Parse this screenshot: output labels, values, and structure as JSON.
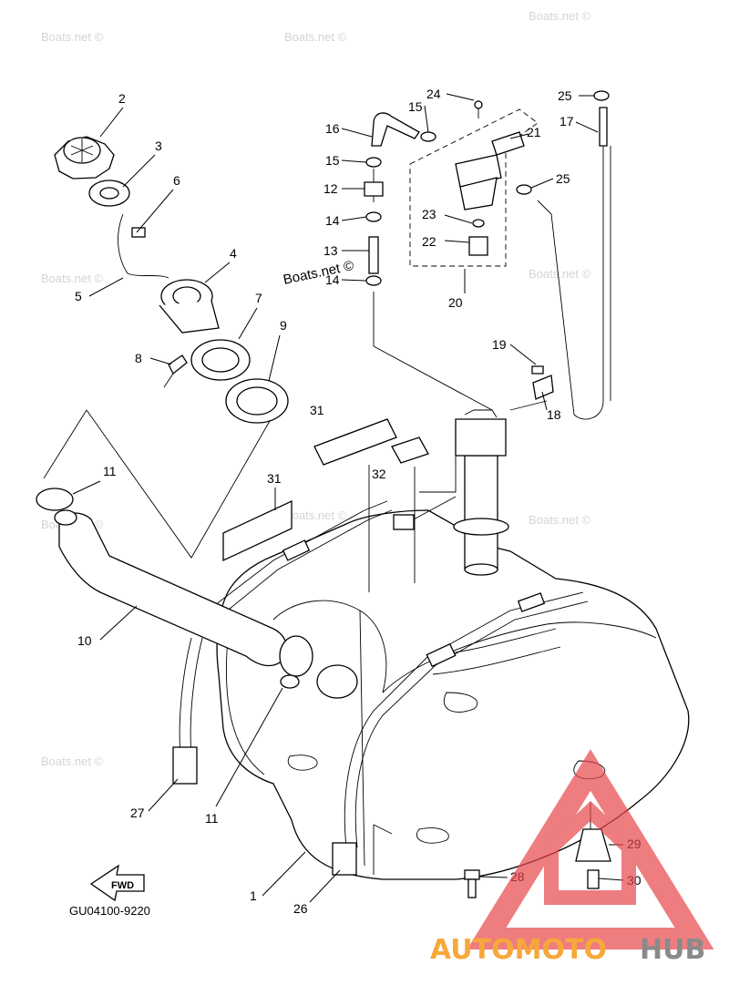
{
  "diagram": {
    "code": "GU04100-9220",
    "direction_label": "FWD",
    "watermark": "Boats.net ©",
    "callouts": [
      "1",
      "2",
      "3",
      "4",
      "5",
      "6",
      "7",
      "8",
      "9",
      "10",
      "11",
      "11",
      "12",
      "13",
      "14",
      "14",
      "15",
      "15",
      "16",
      "17",
      "18",
      "19",
      "20",
      "21",
      "22",
      "23",
      "24",
      "25",
      "25",
      "26",
      "27",
      "28",
      "29",
      "30",
      "31",
      "31",
      "32"
    ]
  },
  "brand": {
    "part_a": "AUTOMOTO",
    "part_b": "HUB",
    "colors": {
      "orange": "#f7a83a",
      "grey": "#8a8a8a",
      "triangle": "#e8474a"
    }
  }
}
